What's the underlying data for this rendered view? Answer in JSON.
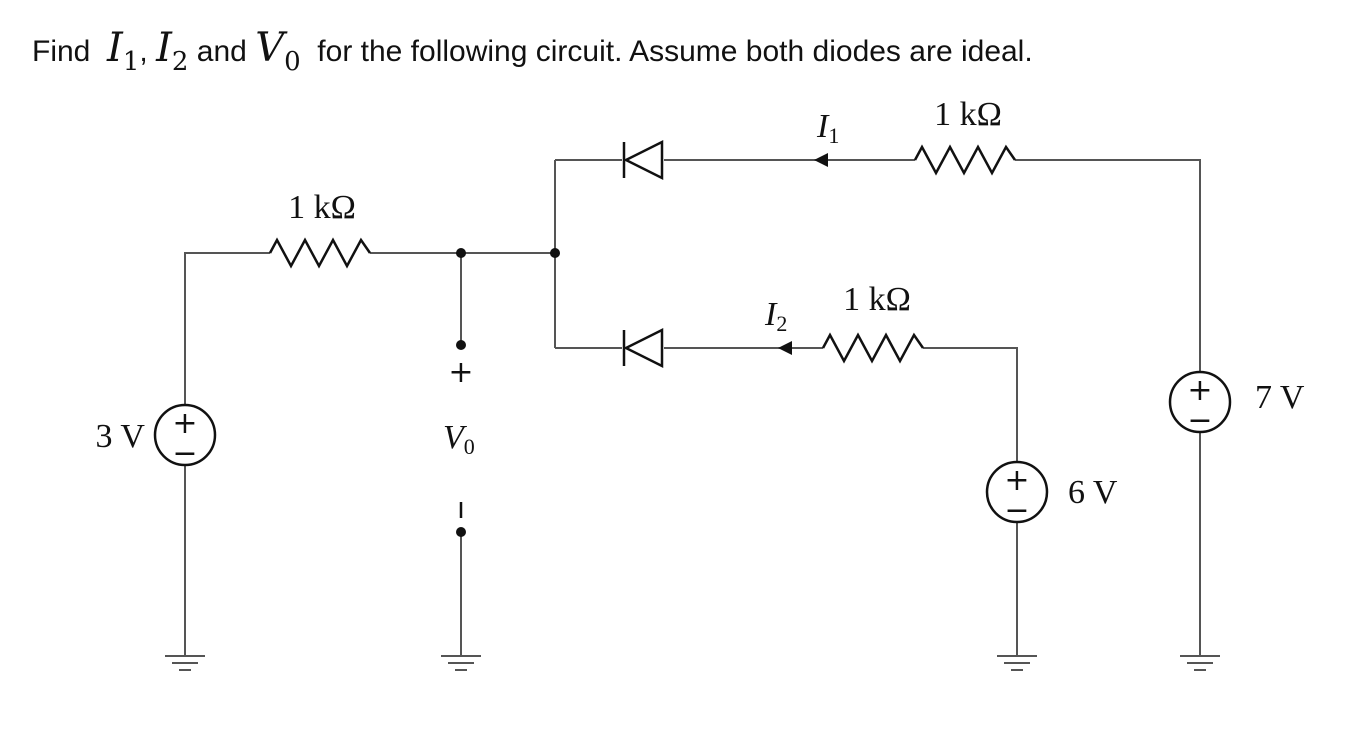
{
  "question": {
    "find": "Find",
    "i_sym": "I",
    "i1_sub": "1",
    "comma": ",",
    "i2_sub": "2",
    "and": "and",
    "v_sym": "V",
    "v0_sub": "0",
    "rest": "for the following circuit. Assume both diodes are ideal."
  },
  "circuit": {
    "r_left": "1 kΩ",
    "r_top": "1 kΩ",
    "r_mid": "1 kΩ",
    "src_left": "3 V",
    "src_mid": "6 V",
    "src_right": "7 V",
    "i1_sym": "I",
    "i1_sub": "1",
    "i2_sym": "I",
    "i2_sub": "2",
    "vo_sym": "V",
    "vo_sub": "0",
    "plus": "+",
    "minus": "−"
  }
}
